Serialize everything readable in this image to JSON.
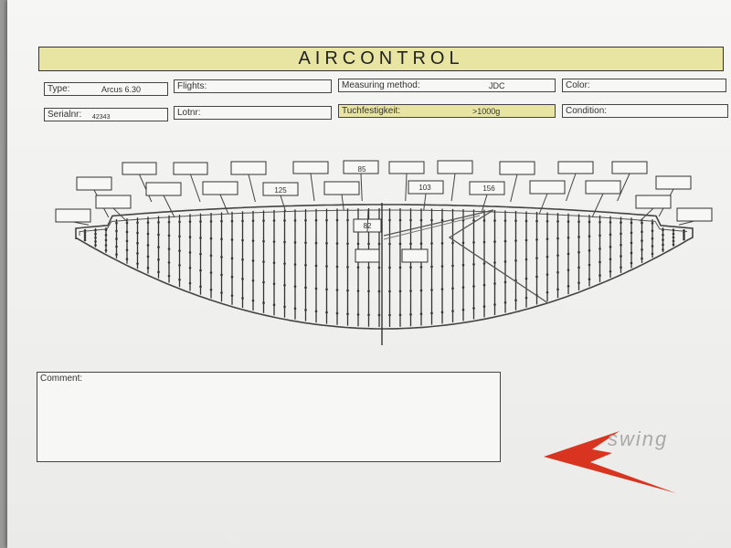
{
  "title": "AIRCONTROL",
  "fields": {
    "type_label": "Type:",
    "type_value": "Arcus 6.30",
    "flights_label": "Flights:",
    "measuring_label": "Measuring method:",
    "measuring_value": "JDC",
    "color_label": "Color:",
    "serial_label": "Serialnr:",
    "serial_value": "42343",
    "lotnr_label": "Lotnr:",
    "tuch_label": "Tuchfestigkeit:",
    "tuch_value": ">1000g",
    "condition_label": "Condition:"
  },
  "diagram_labels": {
    "l85": "85",
    "l125": "125",
    "l103": "103",
    "l156": "156",
    "l82": "82"
  },
  "comment_label": "Comment:",
  "logo_text": "swing",
  "colors": {
    "highlight": "#e8e4a2",
    "logo_red": "#d9341f",
    "logo_grey": "#a9a9a9"
  }
}
